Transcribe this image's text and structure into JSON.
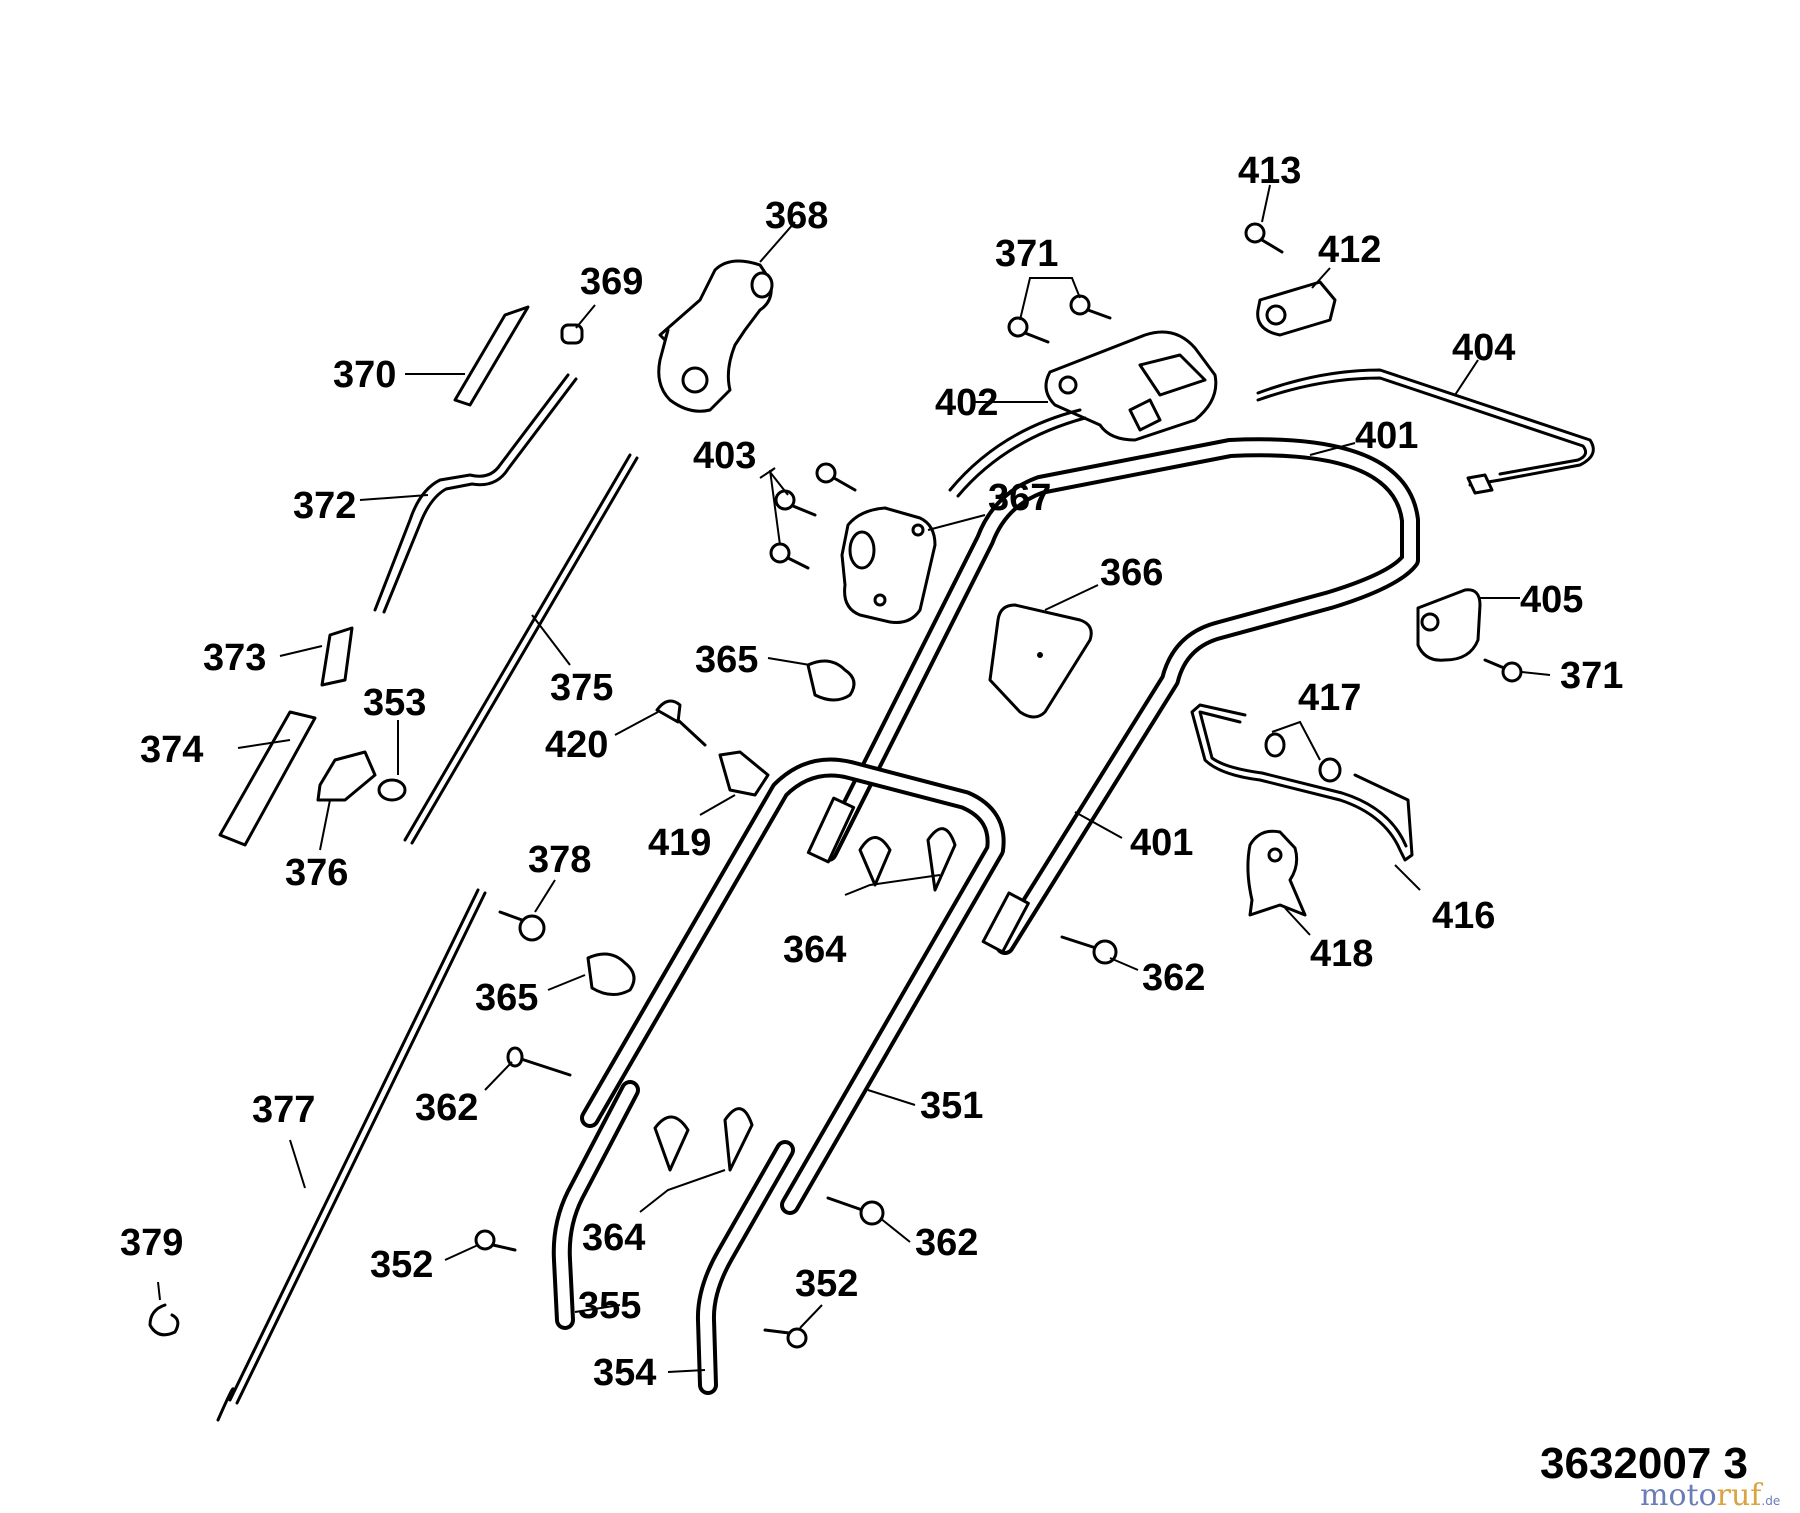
{
  "diagram": {
    "labels": {
      "p413": "413",
      "p412": "412",
      "p368": "368",
      "p371a": "371",
      "p369": "369",
      "p404": "404",
      "p370": "370",
      "p402": "402",
      "p401a": "401",
      "p403": "403",
      "p372": "372",
      "p367": "367",
      "p366": "366",
      "p405": "405",
      "p373": "373",
      "p365a": "365",
      "p371b": "371",
      "p375": "375",
      "p353": "353",
      "p417": "417",
      "p374": "374",
      "p420": "420",
      "p401b": "401",
      "p419": "419",
      "p376": "376",
      "p378": "378",
      "p364a": "364",
      "p416": "416",
      "p418": "418",
      "p362a": "362",
      "p365b": "365",
      "p362b": "362",
      "p351": "351",
      "p377": "377",
      "p379": "379",
      "p364b": "364",
      "p362c": "362",
      "p352a": "352",
      "p352b": "352",
      "p355": "355",
      "p354": "354"
    },
    "drawing_number": "3632007 3",
    "watermark": {
      "part1": "moto",
      "part2": "ruf",
      "suffix": ".de"
    }
  }
}
